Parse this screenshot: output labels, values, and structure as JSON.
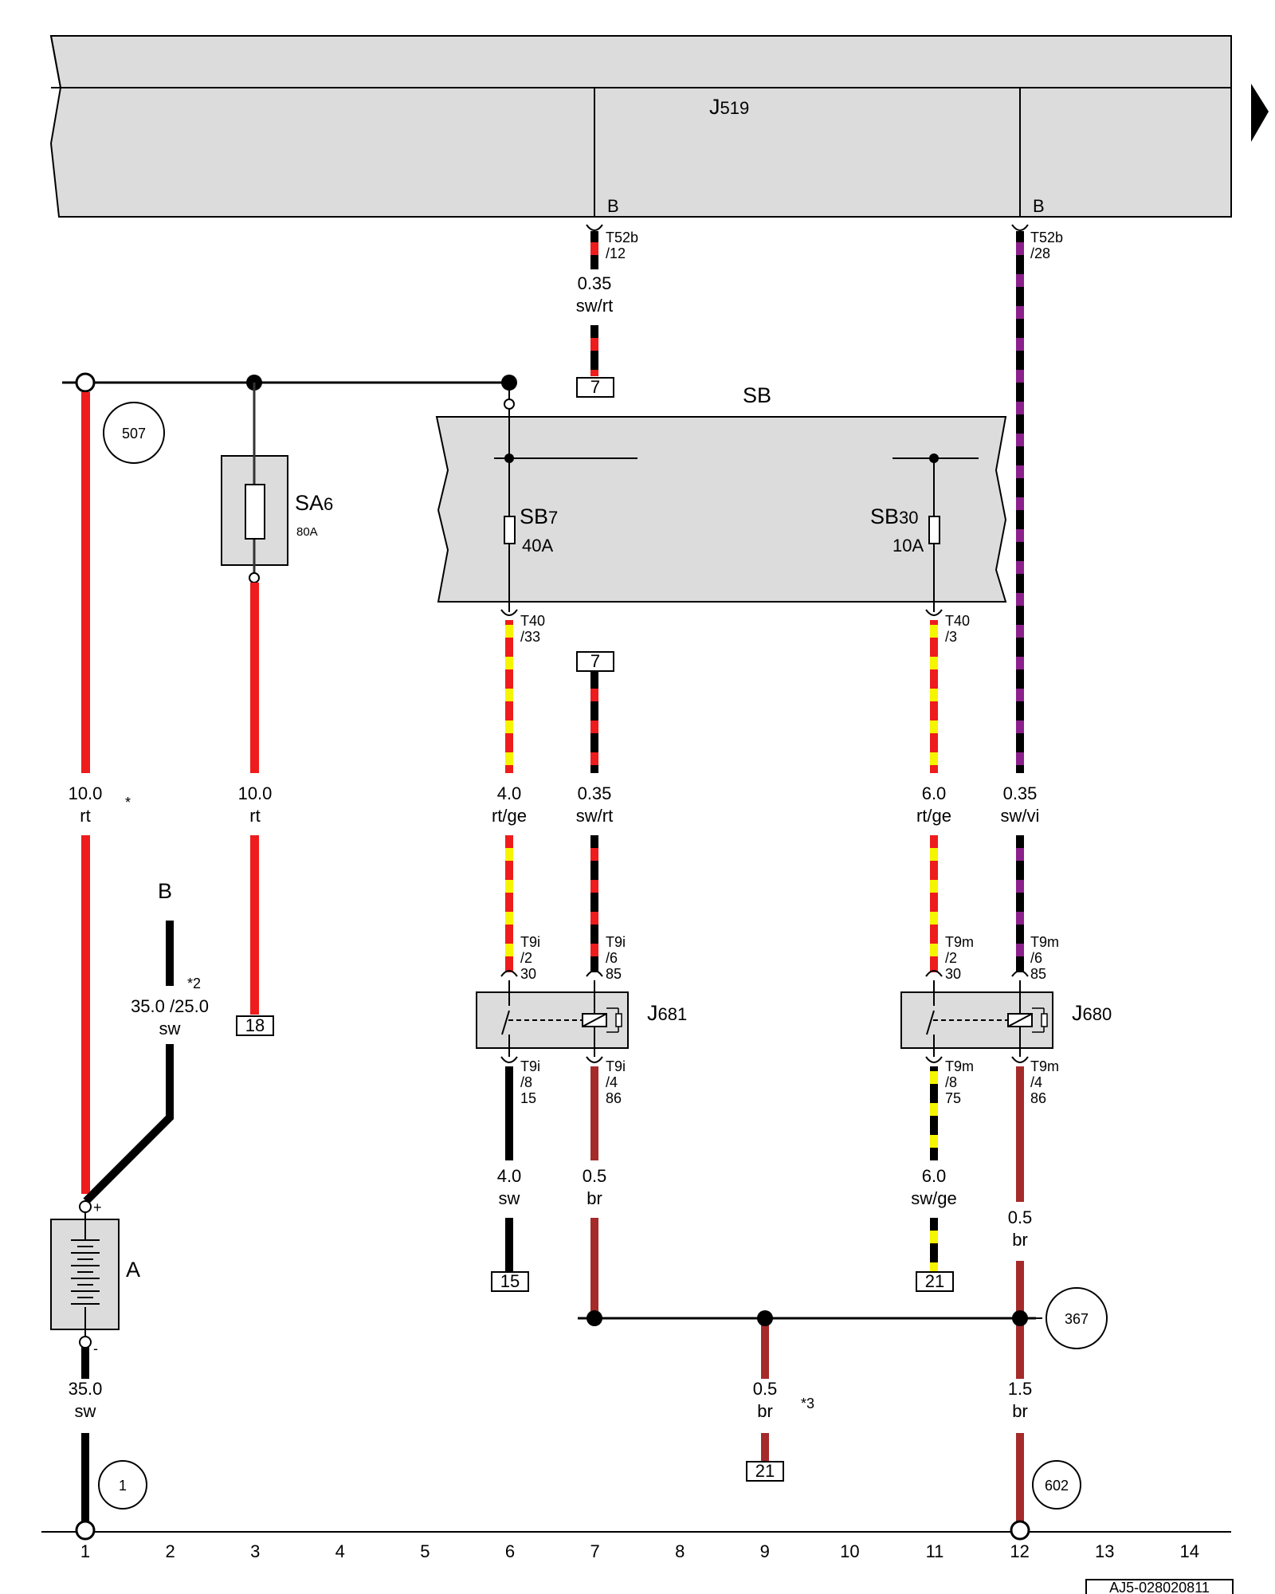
{
  "doc_id": "AJ5-028020811",
  "components": {
    "j519": {
      "label": "J",
      "sub": "519"
    },
    "sb": {
      "label": "SB"
    },
    "sb7": {
      "label": "SB",
      "sub": "7",
      "rating": "40A"
    },
    "sb30": {
      "label": "SB",
      "sub": "30",
      "rating": "10A"
    },
    "sa6": {
      "label": "SA",
      "sub": "6",
      "rating": "80A"
    },
    "j681": {
      "label": "J",
      "sub": "681"
    },
    "j680": {
      "label": "J",
      "sub": "680"
    },
    "battery": {
      "label": "A",
      "plus": "+",
      "minus": "-"
    },
    "b_left": "B",
    "b_j519_a": "B",
    "b_j519_b": "B"
  },
  "circles": {
    "c507": "507",
    "c367": "367",
    "c1": "1",
    "c602": "602"
  },
  "refs": {
    "r7_top": "7",
    "r7_mid": "7",
    "r18": "18",
    "r15": "15",
    "r21_a": "21",
    "r21_b": "21"
  },
  "connectors": {
    "t52b_12": [
      "T52b",
      "/12"
    ],
    "t52b_28": [
      "T52b",
      "/28"
    ],
    "t40_33": [
      "T40",
      "/33"
    ],
    "t40_3": [
      "T40",
      "/3"
    ],
    "t9i_2": [
      "T9i",
      "/2",
      "30"
    ],
    "t9i_6": [
      "T9i",
      "/6",
      "85"
    ],
    "t9i_8": [
      "T9i",
      "/8",
      "15"
    ],
    "t9i_4": [
      "T9i",
      "/4",
      "86"
    ],
    "t9m_2": [
      "T9m",
      "/2",
      "30"
    ],
    "t9m_6": [
      "T9m",
      "/6",
      "85"
    ],
    "t9m_8": [
      "T9m",
      "/8",
      "75"
    ],
    "t9m_4": [
      "T9m",
      "/4",
      "86"
    ]
  },
  "wires": {
    "w1": [
      "10.0",
      "rt"
    ],
    "w3": [
      "10.0",
      "rt"
    ],
    "w_top7": [
      "0.35",
      "sw/rt"
    ],
    "w6a": [
      "4.0",
      "rt/ge"
    ],
    "w7a": [
      "0.35",
      "sw/rt"
    ],
    "w11a": [
      "6.0",
      "rt/ge"
    ],
    "w12a": [
      "0.35",
      "sw/vi"
    ],
    "w2": [
      "35.0 /25.0",
      "sw"
    ],
    "w6b": [
      "4.0",
      "sw"
    ],
    "w7b": [
      "0.5",
      "br"
    ],
    "w11b": [
      "6.0",
      "sw/ge"
    ],
    "w12b": [
      "0.5",
      "br"
    ],
    "w1b": [
      "35.0",
      "sw"
    ],
    "w9": [
      "0.5",
      "br"
    ],
    "w12c": [
      "1.5",
      "br"
    ]
  },
  "notes": {
    "star": "*",
    "star2": "*2",
    "star3": "*3"
  },
  "grid_numbers": [
    "1",
    "2",
    "3",
    "4",
    "5",
    "6",
    "7",
    "8",
    "9",
    "10",
    "11",
    "12",
    "13",
    "14"
  ],
  "colors": {
    "rt": "#ee1c1c",
    "ge": "#f5f500",
    "sw": "#000000",
    "vi": "#8b1f8b",
    "br": "#a52a2a",
    "box": "#dcdcdc"
  }
}
